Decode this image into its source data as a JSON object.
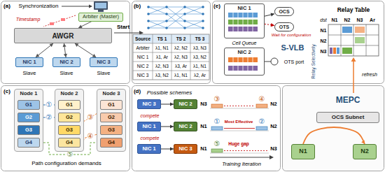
{
  "diagram": {
    "nodes": [
      {
        "text": [
          "Arbiter (Master)"
        ]
      },
      {
        "text": [
          "AWGR"
        ]
      },
      {
        "text": [
          "NIC 1"
        ]
      },
      {
        "text": [
          "NIC 2"
        ]
      },
      {
        "text": [
          "NIC 3"
        ]
      },
      {
        "text": [
          "Node 1"
        ]
      },
      {
        "text": [
          "G1"
        ],
        "in": 5
      },
      {
        "text": [
          "G2"
        ],
        "in": 5
      },
      {
        "text": [
          "G3"
        ],
        "in": 5
      },
      {
        "text": [
          "G4"
        ],
        "in": 5
      },
      {
        "text": [
          "Node 2"
        ]
      },
      {
        "text": [
          "G1"
        ],
        "in": 10
      },
      {
        "text": [
          "G2"
        ],
        "in": 10
      },
      {
        "text": [
          "G3"
        ],
        "in": 10
      },
      {
        "text": [
          "G4"
        ],
        "in": 10
      },
      {
        "text": [
          "Node 3"
        ]
      },
      {
        "text": [
          "G1"
        ],
        "in": 15
      },
      {
        "text": [
          "G2"
        ],
        "in": 15
      },
      {
        "text": [
          "G3"
        ],
        "in": 15
      },
      {
        "text": [
          "G4"
        ],
        "in": 15
      },
      {
        "text": [
          "NIC 3"
        ]
      },
      {
        "text": [
          "NIC 2"
        ]
      },
      {
        "text": [
          "NIC 1"
        ]
      },
      {
        "text": [
          "NIC 2"
        ]
      },
      {
        "text": [
          "NIC 1"
        ]
      },
      {
        "text": [
          "NIC 3"
        ]
      },
      {
        "text": [
          "NIC 1"
        ]
      },
      {
        "text": [
          "OCS"
        ]
      },
      {
        "text": [
          "OTS"
        ]
      },
      {
        "text": [
          "NIC 2"
        ]
      },
      {
        "text": [
          "OCS Subnet"
        ]
      },
      {
        "text": [
          "N1"
        ]
      },
      {
        "text": [
          "N2"
        ]
      }
    ],
    "edges": [
      {
        "from": 0,
        "to": 1,
        "arrow": "to"
      },
      {
        "from": 1,
        "to": 2,
        "arrow": "both"
      },
      {
        "from": 1,
        "to": 3,
        "arrow": "both"
      },
      {
        "from": 1,
        "to": 4,
        "arrow": "both"
      },
      {
        "from": 6,
        "to": 11,
        "arrow": "to"
      },
      {
        "from": 7,
        "to": 12,
        "arrow": "to"
      },
      {
        "from": 16,
        "to": 13,
        "arrow": "to"
      },
      {
        "from": 18,
        "to": 14,
        "arrow": "to"
      },
      {
        "from": 9,
        "to": 19,
        "arrow": "to"
      },
      {
        "from": 20,
        "to": 21,
        "arrow": "to"
      },
      {
        "from": 22,
        "to": 23,
        "arrow": "to"
      },
      {
        "from": 24,
        "to": 25,
        "arrow": "to"
      },
      {
        "from": 26,
        "to": 27,
        "arrow": "to"
      },
      {
        "from": 26,
        "to": 28,
        "arrow": "to"
      },
      {
        "from": 31,
        "to": 32,
        "arrow": "to"
      }
    ],
    "labels": [
      "(a)",
      "Synchronization",
      "Timestamp",
      "Slave",
      "Slave",
      "Slave",
      "Start",
      "(b)",
      "Source",
      "TS 1",
      "TS 2",
      "TS 3",
      "Arbiter",
      "λ1, N1",
      "λ2, N2",
      "λ3, N3",
      "NIC 1",
      "λ1, Ar",
      "λ2, N3",
      "λ3, N2",
      "NIC 2",
      "λ2, N3",
      "λ3, Ar",
      "λ1, N1",
      "NIC 3",
      "λ3, N2",
      "λ1, N1",
      "λ2, Ar",
      "(c)",
      "①",
      "②",
      "③",
      "④",
      "⑤",
      "Path configuration demands",
      "(d)",
      "Possible schemes",
      "compete",
      "compete",
      "N3",
      "N2",
      "③",
      "④",
      "N1",
      "N2",
      "①",
      "Most Effective",
      "②",
      "N1",
      "N3",
      "⑤",
      "Huge gap",
      "Training Iteration",
      "(e)",
      "Cell Queue",
      "Wait for configuration",
      "S-VLB",
      "OTS port",
      "Relay Table",
      "dst",
      "N1",
      "N2",
      "N3",
      "Ar",
      "N1",
      "N2",
      "N3",
      "Relay Selectively",
      "refresh",
      "MEPC"
    ]
  }
}
